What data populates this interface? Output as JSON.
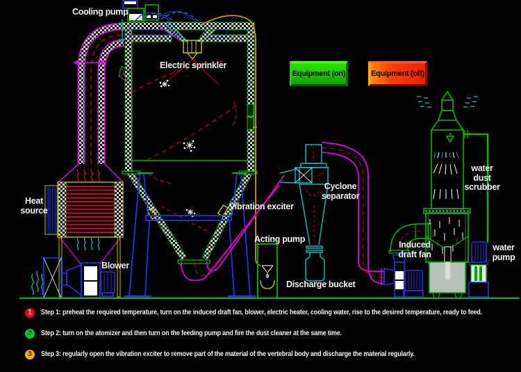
{
  "buttons": {
    "equipment_on": "Equipment (on)",
    "equipment_off": "Equipment (off)"
  },
  "labels": {
    "cooling_pump": "Cooling pump",
    "electric_sprinkler": "Electric sprinkler",
    "heat_source": "Heat source",
    "blower": "Blower",
    "vibration_exciter": "Vibration exciter",
    "acting_pump": "Acting pump",
    "discharge_bucket": "Discharge bucket",
    "cyclone_separator": "Cyclone separator",
    "induced_draft_fan": "Induced draft fan",
    "water_dust_scrubber": "water dust scrubber",
    "water_pump": "water pump"
  },
  "steps": [
    {
      "num": "1",
      "bullet_color": "#e8001c",
      "text": "Step 1: preheat the required temperature, turn on the induced draft fan, blower, electric heater, cooling water, rise to the desired temperature, ready to feed."
    },
    {
      "num": "2",
      "bullet_color": "#00cc22",
      "text": "Step 2: turn on the atomizer and then turn on the feeding pump and fire the dust cleaner at the same time."
    },
    {
      "num": "3",
      "bullet_color": "#ffaa00",
      "text": "Step 3: regularly open the vibration exciter to remove part of the material of the vertebral body and discharge the material regularly."
    }
  ],
  "colors": {
    "background": "#000000",
    "button_on": "#1ec800",
    "button_off": "#f02000",
    "pipe_magenta": "#ee00ee",
    "chamber_green": "#00bb00",
    "cyclone_cyan": "#00bbbb",
    "heater_red": "#ee0033",
    "frame_blue": "#2233ee",
    "feed_yellow": "#cc9900",
    "ground_green": "#00aa22"
  }
}
